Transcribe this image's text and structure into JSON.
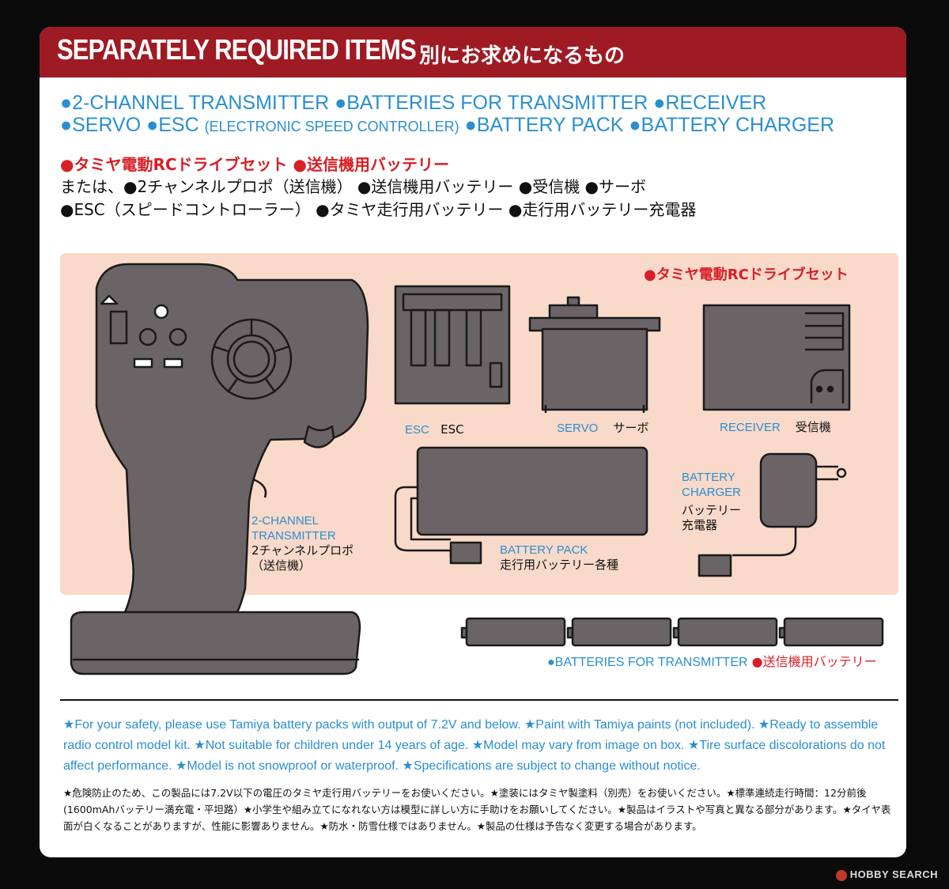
{
  "banner": {
    "title_en": "SEPARATELY REQUIRED ITEMS",
    "title_jp": "別にお求めになるもの"
  },
  "required": {
    "row1": [
      "2-CHANNEL TRANSMITTER",
      "BATTERIES FOR TRANSMITTER",
      "RECEIVER"
    ],
    "row2_a": "SERVO",
    "row2_b": "ESC",
    "row2_b_small": "(ELECTRONIC SPEED CONTROLLER)",
    "row2_c": "BATTERY PACK",
    "row2_d": "BATTERY CHARGER"
  },
  "japanese": {
    "red_line": [
      "タミヤ電動RCドライブセット",
      "送信機用バッテリー"
    ],
    "line2_prefix": "または、",
    "line2": [
      "2チャンネルプロポ（送信機）",
      "送信機用バッテリー",
      "受信機",
      "サーボ"
    ],
    "line3": [
      "ESC（スピードコントローラー）",
      "タミヤ走行用バッテリー",
      "走行用バッテリー充電器"
    ]
  },
  "illustration": {
    "drive_set": "タミヤ電動RCドライブセット",
    "esc": {
      "en": "ESC",
      "jp": "ESC"
    },
    "servo": {
      "en": "SERVO",
      "jp": "サーボ"
    },
    "receiver": {
      "en": "RECEIVER",
      "jp": "受信機"
    },
    "charger": {
      "en1": "BATTERY",
      "en2": "CHARGER",
      "jp1": "バッテリー",
      "jp2": "充電器"
    },
    "transmitter": {
      "en1": "2-CHANNEL",
      "en2": "TRANSMITTER",
      "jp1": "2チャンネルプロポ",
      "jp2": "（送信機）"
    },
    "battery_pack": {
      "en": "BATTERY PACK",
      "jp": "走行用バッテリー各種"
    },
    "tx_batteries": {
      "en": "BATTERIES FOR TRANSMITTER",
      "jp": "送信機用バッテリー"
    }
  },
  "notes": {
    "en": "★For your safety, please use Tamiya battery packs with output of 7.2V and below. ★Paint with Tamiya paints (not included). ★Ready to assemble radio control model kit. ★Not suitable for children under 14 years of age. ★Model may vary from image on box. ★Tire surface discolorations do not affect performance. ★Model is not snowproof or waterproof. ★Specifications are subject to change without notice.",
    "jp": "★危険防止のため、この製品には7.2V以下の電圧のタミヤ走行用バッテリーをお使いください。★塗装にはタミヤ製塗料（別売）をお使いください。★標準連続走行時間：12分前後(1600mAhバッテリー満充電・平坦路）★小学生や組み立てになれない方は模型に詳しい方に手助けをお願いしてください。★製品はイラストや写真と異なる部分があります。★タイヤ表面が白くなることがありますが、性能に影響ありません。★防水・防雪仕様ではありません。★製品の仕様は予告なく変更する場合があります。"
  },
  "watermark": "HOBBY SEARCH",
  "colors": {
    "banner": "#9e1b24",
    "blue": "#2a8fd0",
    "red": "#d81f26",
    "panel": "#f9d9c9",
    "device": "#6b6466"
  }
}
